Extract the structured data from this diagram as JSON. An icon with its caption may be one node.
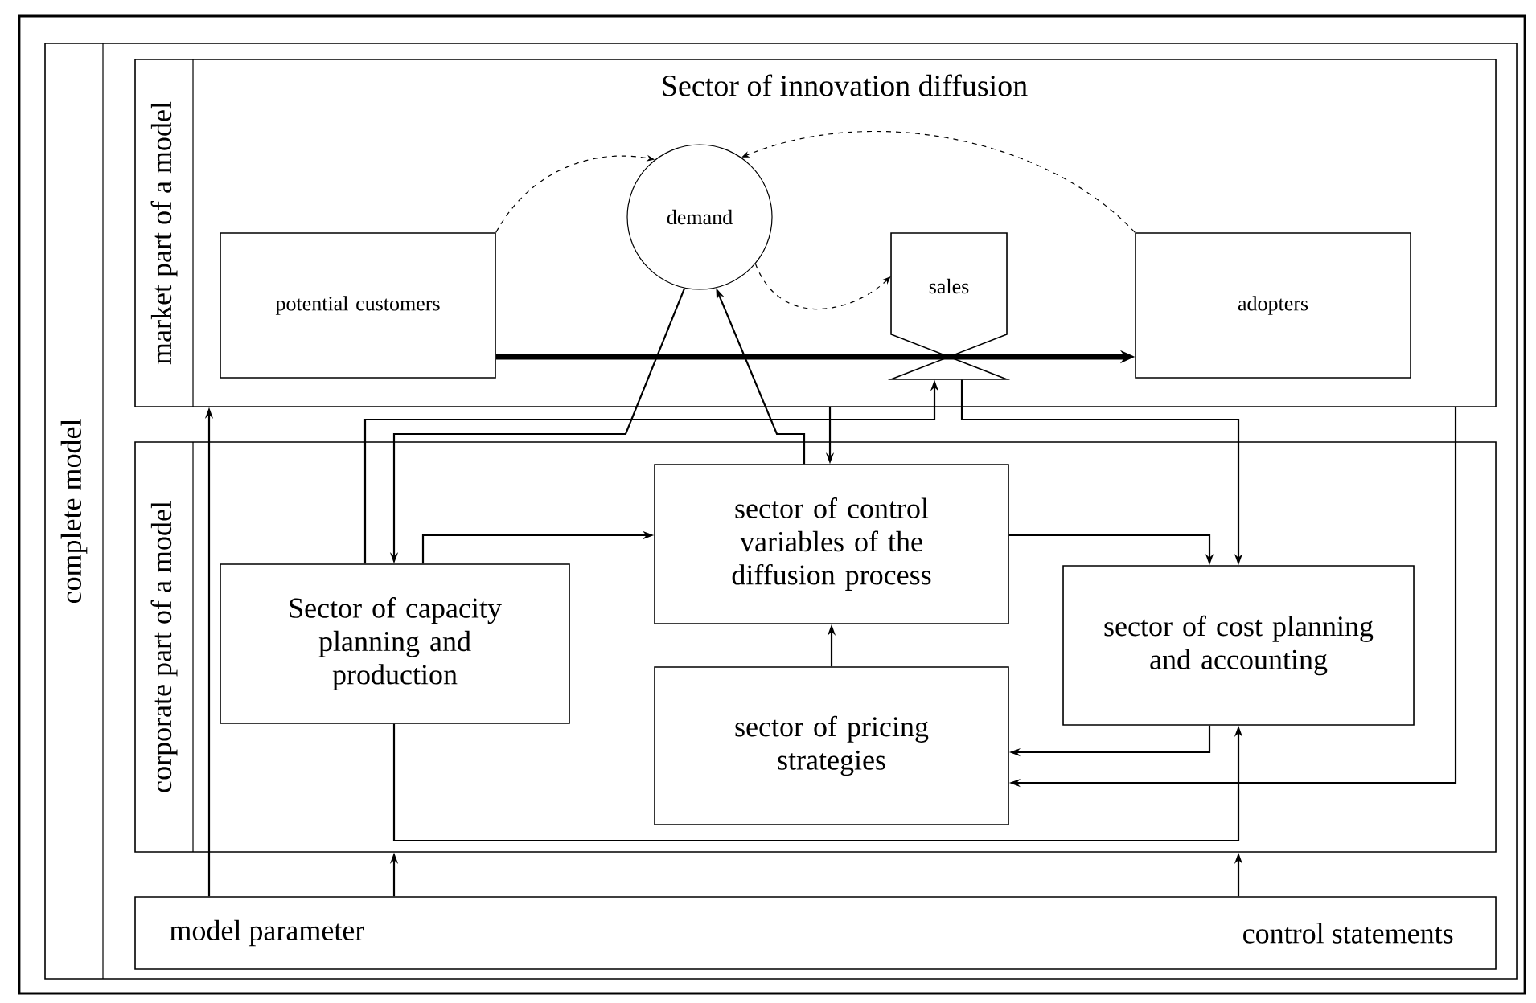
{
  "diagram": {
    "nodes": [
      {
        "text": [
          "complete model"
        ]
      },
      {
        "text": [
          "market part of a model",
          "Sector of innovation diffusion"
        ],
        "in": 0
      },
      {
        "text": [
          "potential customers"
        ],
        "in": 1
      },
      {
        "text": [
          "demand"
        ],
        "in": 1
      },
      {
        "text": [
          "sales"
        ],
        "in": 1
      },
      {
        "text": [
          "adopters"
        ],
        "in": 1
      },
      {
        "text": [
          "corporate part of a model"
        ],
        "in": 0
      },
      {
        "text": [
          "Sector of capacity planning and production"
        ],
        "in": 6
      },
      {
        "text": [
          "sector of control variables of the diffusion process"
        ],
        "in": 6
      },
      {
        "text": [
          "sector of pricing strategies"
        ],
        "in": 6
      },
      {
        "text": [
          "sector of cost planning and accounting"
        ],
        "in": 6
      },
      {
        "text": [
          "model parameter",
          "control statements"
        ],
        "in": 0
      }
    ],
    "edges": [
      {
        "from": 2,
        "to": 5,
        "arrow": "to",
        "style": "thick"
      },
      {
        "from": 2,
        "to": 3,
        "arrow": "to",
        "style": "dashed"
      },
      {
        "from": 5,
        "to": 3,
        "arrow": "to",
        "style": "dashed"
      },
      {
        "from": 3,
        "to": 4,
        "arrow": "to",
        "style": "dashed"
      },
      {
        "from": 3,
        "to": 7,
        "arrow": "to"
      },
      {
        "from": 8,
        "to": 3,
        "arrow": "to"
      },
      {
        "from": 7,
        "to": 4,
        "arrow": "to"
      },
      {
        "from": 1,
        "to": 8,
        "arrow": "to"
      },
      {
        "from": 4,
        "to": 10,
        "arrow": "to"
      },
      {
        "from": 8,
        "to": 10,
        "arrow": "to"
      },
      {
        "from": 7,
        "to": 8,
        "arrow": "to"
      },
      {
        "from": 9,
        "to": 8,
        "arrow": "to"
      },
      {
        "from": 10,
        "to": 9,
        "arrow": "to"
      },
      {
        "from": 1,
        "to": 9,
        "arrow": "to"
      },
      {
        "from": 7,
        "to": 10,
        "arrow": "to"
      },
      {
        "from": 11,
        "to": 1,
        "arrow": "to"
      },
      {
        "from": 11,
        "to": 6,
        "arrow": "to"
      },
      {
        "from": 11,
        "to": 6,
        "arrow": "to"
      }
    ]
  }
}
